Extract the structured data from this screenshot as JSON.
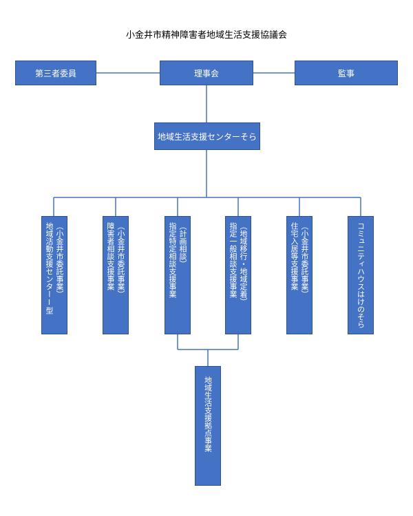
{
  "title": "小金井市精神障害者地域生活支援協議会",
  "nodes": {
    "third_party": "第三者委員",
    "board": "理事会",
    "auditor": "監事",
    "center": "地域生活支援センターそら",
    "branch1": {
      "line1": "（小金井市委託事業）",
      "line2": "地域活動支援センターⅠ型"
    },
    "branch2": {
      "line1": "（小金井市委託事業）",
      "line2": "障害者相談支援事業"
    },
    "branch3": {
      "line1": "（計画相談）",
      "line2": "指定特定相談支援事業"
    },
    "branch4": {
      "line1": "（地域移行・地域定着）",
      "line2": "指定一般相談支援事業"
    },
    "branch5": {
      "line1": "（小金井市委託事業）",
      "line2": "住宅入居等支援事業"
    },
    "branch6": {
      "line1": "コミュニティハウスはけのそら"
    },
    "hub": "地域生活支援拠点事業"
  },
  "colors": {
    "box_fill": "#4472c4",
    "box_border": "#2f528f",
    "text_on_box": "#ffffff",
    "connector": "#4472c4"
  }
}
